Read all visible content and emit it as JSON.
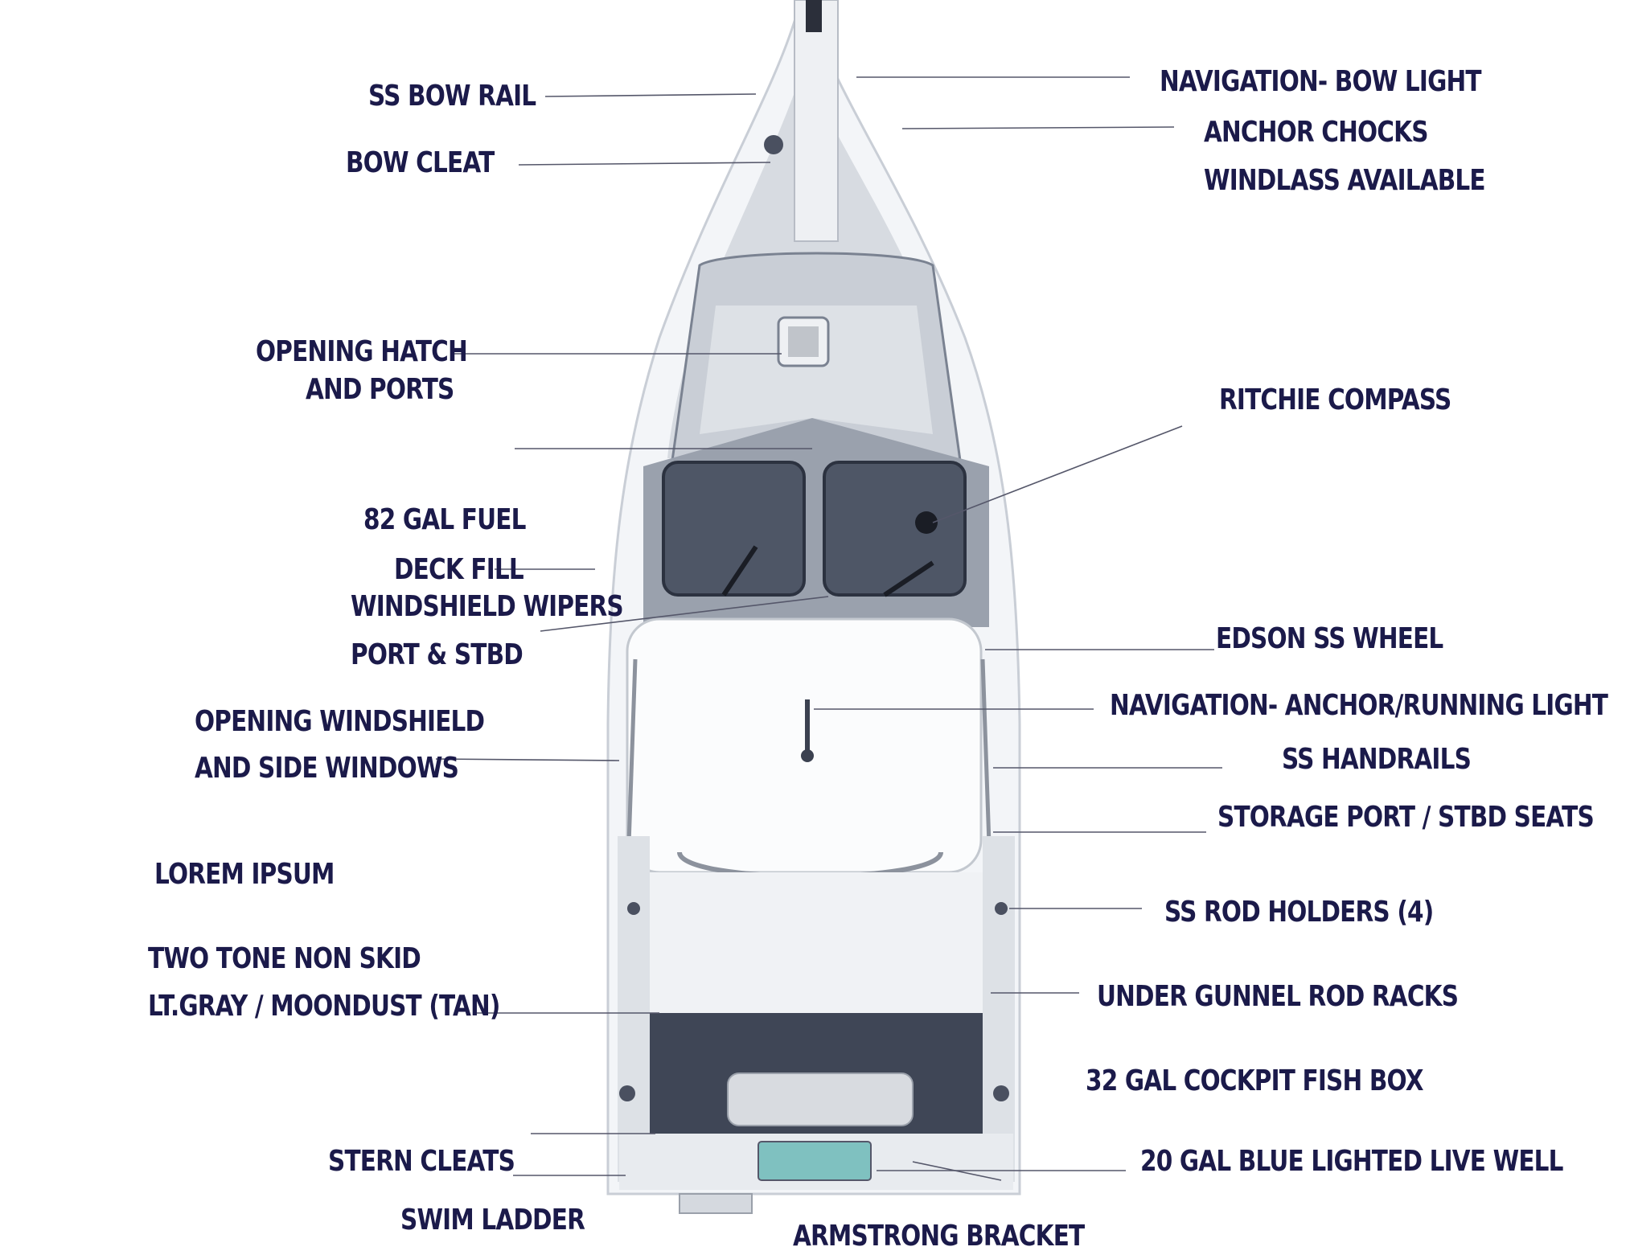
{
  "colors": {
    "label_text": "#1b1a4a",
    "leader_line": "#55576a",
    "hull": "#f3f5f8",
    "deck_nonskid": "#d7dbe1",
    "cabin_dark": "#5b6475",
    "console": "#fbfcfd",
    "cockpit_floor": "#3f4656",
    "livewell": "#7fc1c0"
  },
  "labels": {
    "bow_rail": "SS  BOW RAIL",
    "bow_cleat": "BOW CLEAT",
    "opening_hatch_1": "OPENING HATCH",
    "opening_hatch_2": "AND PORTS",
    "fuel_1": "82 GAL FUEL",
    "fuel_2": "DECK FILL",
    "wipers_1": "WINDSHIELD WIPERS",
    "wipers_2": "PORT & STBD",
    "windshield_1": "OPENING WINDSHIELD",
    "windshield_2": "AND SIDE WINDOWS",
    "lorem": "LOREM IPSUM",
    "nonskid_1": "TWO TONE NON SKID",
    "nonskid_2": "LT.GRAY / MOONDUST (TAN)",
    "stern_cleats": "STERN CLEATS",
    "swim_ladder": "SWIM LADDER",
    "armstrong": "ARMSTRONG BRACKET",
    "bow_light": "NAVIGATION- BOW LIGHT",
    "anchor_chocks": "ANCHOR CHOCKS",
    "windlass": "WINDLASS AVAILABLE",
    "compass": "RITCHIE COMPASS",
    "wheel": "EDSON SS WHEEL",
    "anchor_light": "NAVIGATION- ANCHOR/RUNNING LIGHT",
    "handrails": "SS HANDRAILS",
    "storage_seats": "STORAGE PORT / STBD SEATS",
    "rod_holders": "SS ROD HOLDERS (4)",
    "rod_racks": "UNDER GUNNEL ROD RACKS",
    "fish_box": "32 GAL COCKPIT FISH BOX",
    "live_well": "20 GAL BLUE LIGHTED LIVE WELL"
  }
}
